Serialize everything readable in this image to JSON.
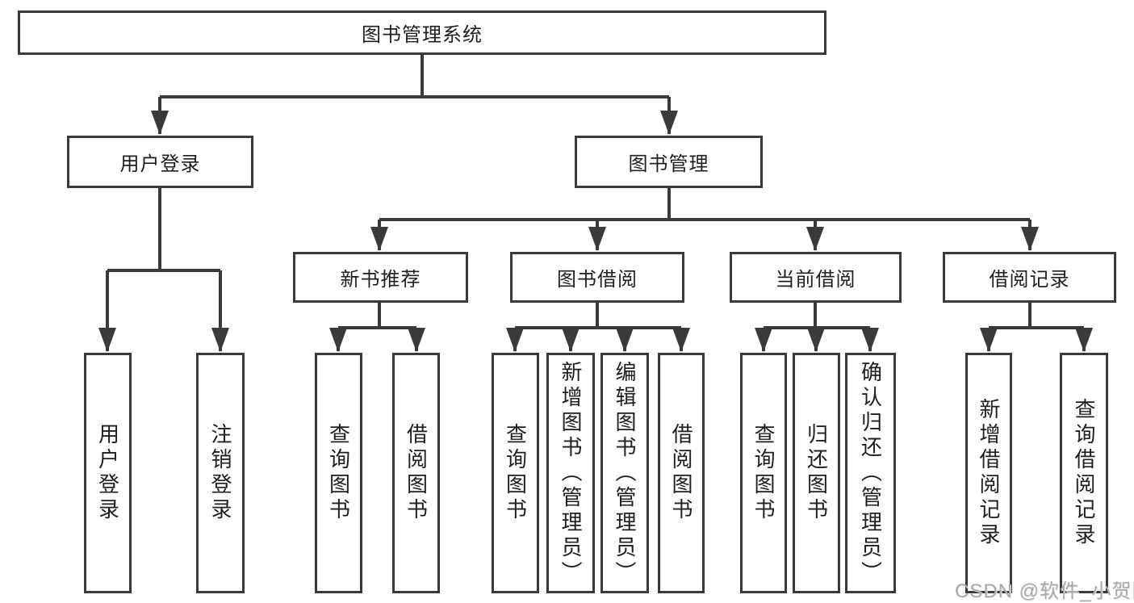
{
  "diagram": {
    "title": "图书管理系统",
    "branches": [
      {
        "label": "用户登录",
        "children": [
          {
            "label": "用户登录"
          },
          {
            "label": "注销登录"
          }
        ]
      },
      {
        "label": "图书管理",
        "children": [
          {
            "label": "新书推荐",
            "children": [
              {
                "label": "查询图书"
              },
              {
                "label": "借阅图书"
              }
            ]
          },
          {
            "label": "图书借阅",
            "children": [
              {
                "label": "查询图书"
              },
              {
                "label": "新增图书（管理员）"
              },
              {
                "label": "编辑图书（管理员）"
              },
              {
                "label": "借阅图书"
              }
            ]
          },
          {
            "label": "当前借阅",
            "children": [
              {
                "label": "查询图书"
              },
              {
                "label": "归还图书"
              },
              {
                "label": "确认归还（管理员）"
              }
            ]
          },
          {
            "label": "借阅记录",
            "children": [
              {
                "label": "新增借阅记录"
              },
              {
                "label": "查询借阅记录"
              }
            ]
          }
        ]
      }
    ]
  },
  "watermark": "CSDN @软件_小贺同学",
  "colors": {
    "line": "#3a3a3a",
    "box_border": "#3a3a3a",
    "box_fill": "#ffffff",
    "text": "#1f1f1f",
    "watermark": "#a9a9a9",
    "background": "#ffffff"
  }
}
